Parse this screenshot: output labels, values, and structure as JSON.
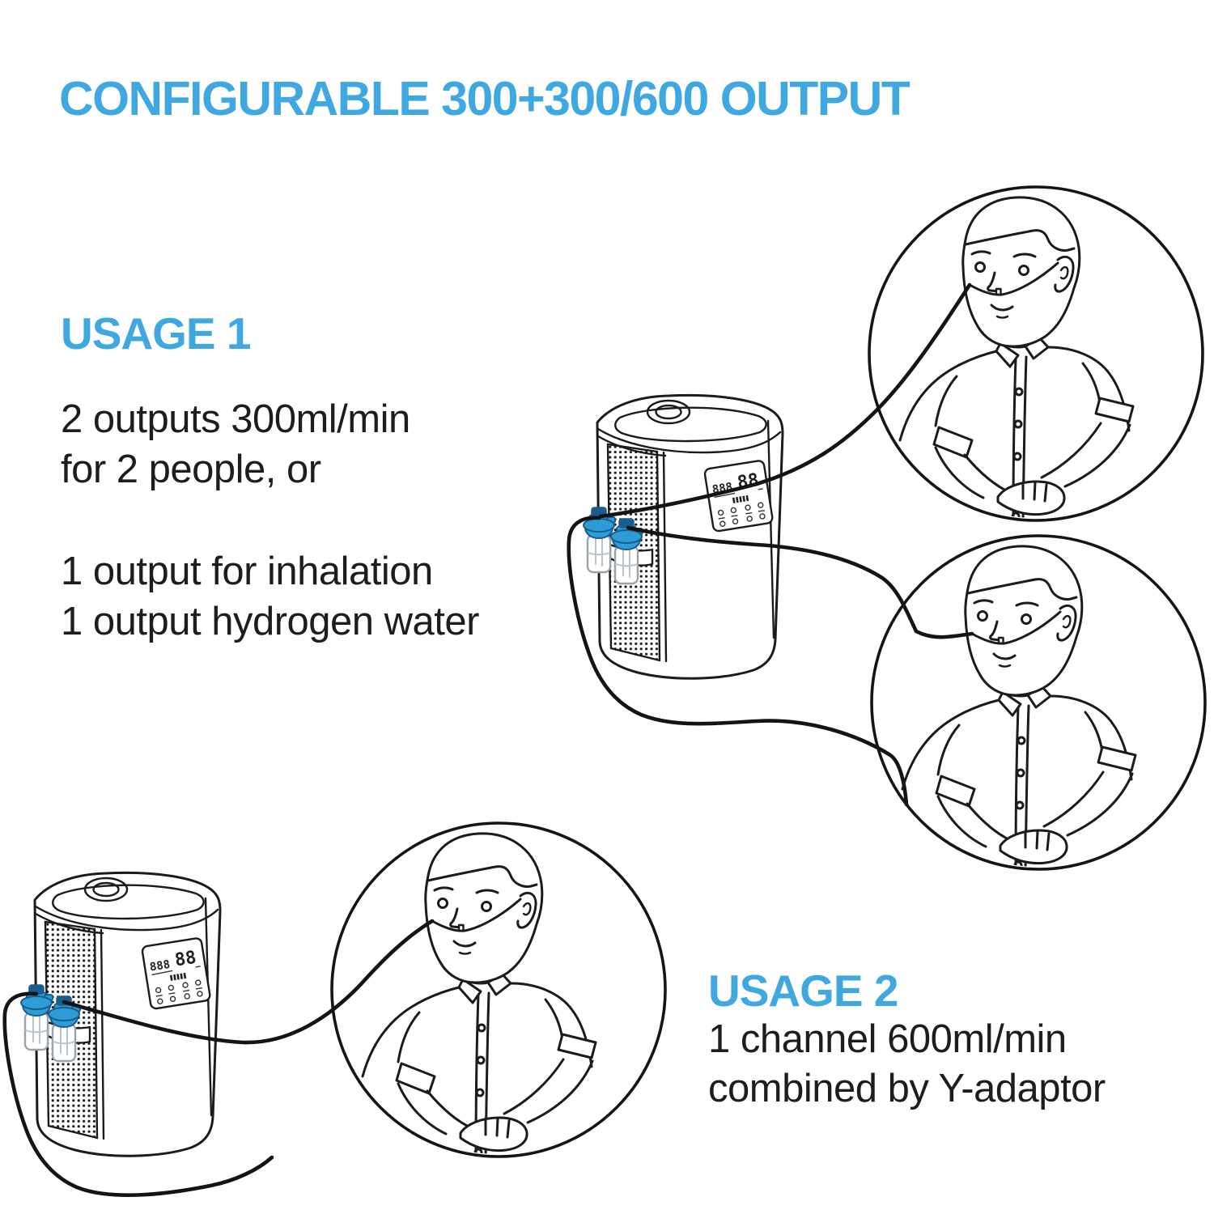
{
  "title": "CONFIGURABLE 300+300/600 OUTPUT",
  "usage1": {
    "heading": "USAGE 1",
    "para1": {
      "line1": "2 outputs 300ml/min",
      "line2": "for 2 people, or"
    },
    "para2": {
      "line1": "1 output for inhalation",
      "line2": "1 output hydrogen water"
    }
  },
  "usage2": {
    "heading": "USAGE 2",
    "para": {
      "line1": "1 channel 600ml/min",
      "line2": "combined by Y-adaptor"
    }
  },
  "machine_display": {
    "flow_digits": "888",
    "timer_digits": "88"
  },
  "colors": {
    "accent": "#3FA8E0",
    "line": "#1b1b1b",
    "tube": "#141414",
    "connector_blue": "#2E9CD6",
    "connector_dark": "#1A5C8E",
    "bottle_stroke": "#9aa3ab",
    "background": "#ffffff"
  }
}
